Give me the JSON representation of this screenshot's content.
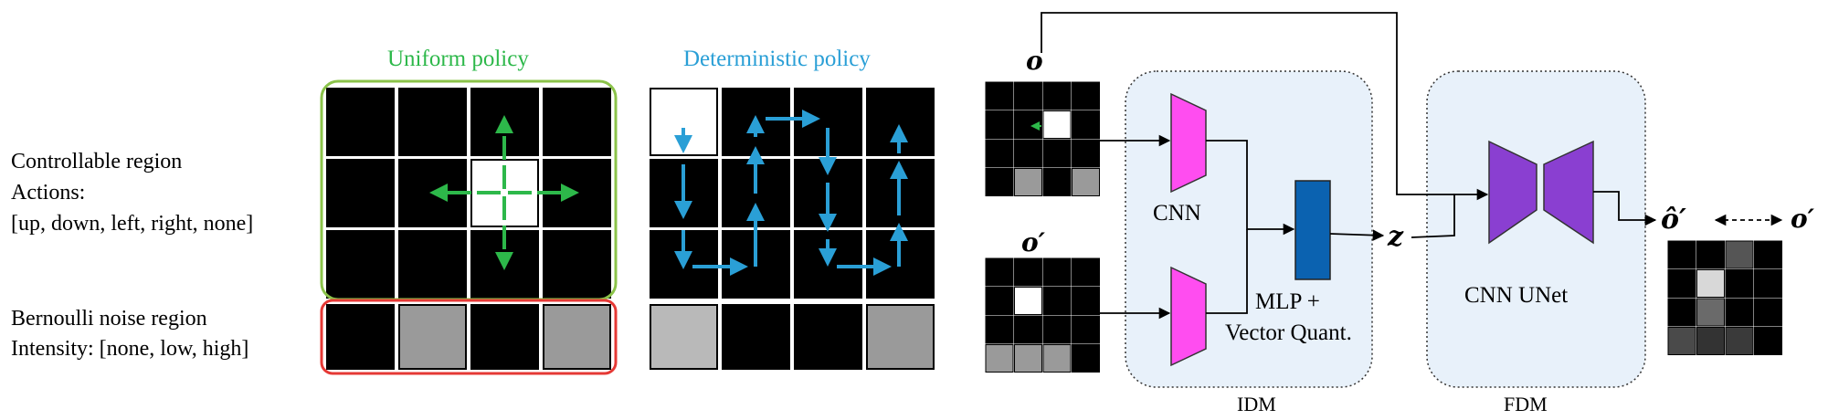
{
  "titles": {
    "uniform": "Uniform policy",
    "deterministic": "Deterministic policy"
  },
  "left_labels": {
    "controllable": "Controllable region",
    "actions": "Actions:",
    "action_list": "[up, down, left, right, none]",
    "noise": "Bernoulli noise region",
    "intensity": "Intensity: [none, low, high]"
  },
  "model": {
    "cnn": "CNN",
    "mlp_line1": "MLP +",
    "mlp_line2": "Vector Quant.",
    "unet": "CNN UNet",
    "idm": "IDM",
    "fdm": "FDM"
  },
  "symbols": {
    "o": "o",
    "o_prime": "o′",
    "z": "z",
    "o_hat_prime": "ô′",
    "o_prime_target": "o′"
  },
  "grids": {
    "uniform_noise": [
      "black",
      "gray",
      "black",
      "gray"
    ],
    "deterministic_noise": [
      "lightgray",
      "black",
      "black",
      "gray"
    ]
  },
  "colors": {
    "uniform_green": "#2db84a",
    "deterministic_blue": "#2a9fd6",
    "controllable_box": "#8bc34a",
    "noise_box": "#e53935",
    "cnn_magenta": "#ff4df0",
    "mlp_blue": "#0b62b0",
    "unet_purple": "#8a3fd1",
    "module_bg": "#e8f1fa"
  }
}
